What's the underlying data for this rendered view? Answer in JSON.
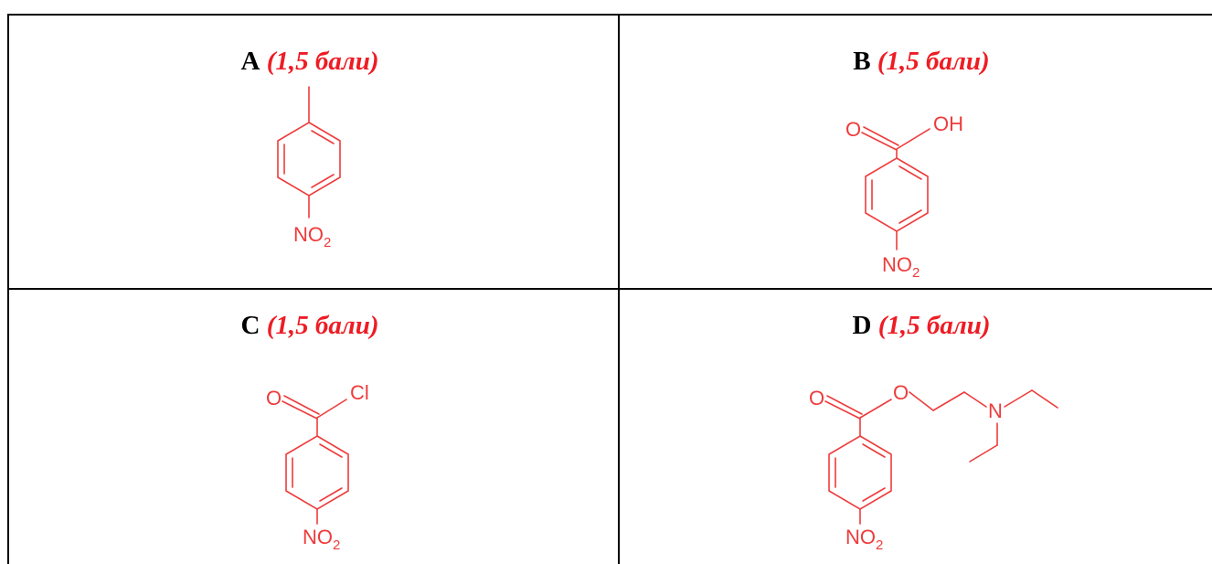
{
  "cells": [
    {
      "id": "A",
      "letter": "A",
      "points": "(1,5 бали)",
      "atoms": [
        "NO",
        "2"
      ]
    },
    {
      "id": "B",
      "letter": "B",
      "points": "(1,5 бали)",
      "atoms": [
        "O",
        "OH",
        "NO",
        "2"
      ]
    },
    {
      "id": "C",
      "letter": "C",
      "points": "(1,5 бали)",
      "atoms": [
        "O",
        "Cl",
        "NO",
        "2"
      ]
    },
    {
      "id": "D",
      "letter": "D",
      "points": "(1,5 бали)",
      "atoms": [
        "O",
        "O",
        "N",
        "NO",
        "2"
      ]
    }
  ],
  "colors": {
    "structure": "#ee3b3b",
    "points": "#ee1c24",
    "border": "#000000"
  }
}
